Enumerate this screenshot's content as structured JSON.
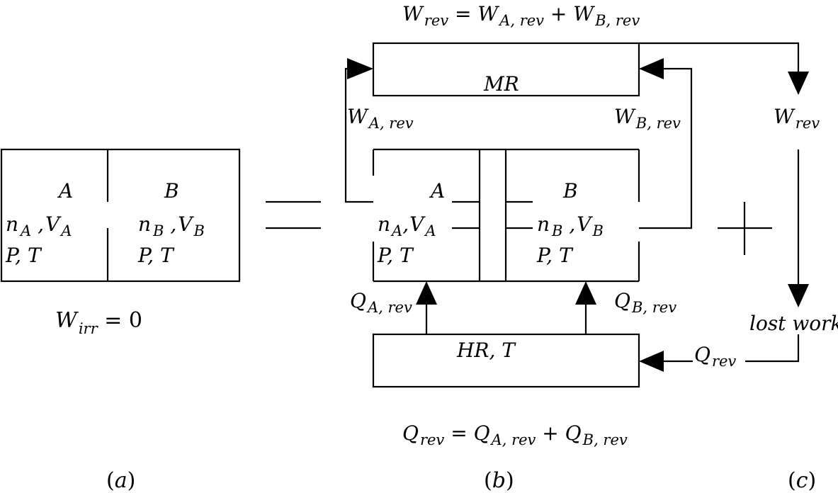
{
  "labels": {
    "w_rev_eq_lhs": "W",
    "w_rev_eq_lhs_sub": "rev",
    "w_rev_eq_op": " = ",
    "w_rev_eq_t1": "W",
    "w_rev_eq_t1_sub": "A, rev",
    "w_rev_eq_plus": " + ",
    "w_rev_eq_t2": "W",
    "w_rev_eq_t2_sub": "B, rev",
    "mr_label": "MR",
    "w_a_rev": "W",
    "w_a_rev_sub": "A, rev",
    "w_b_rev": "W",
    "w_b_rev_sub": "B, rev",
    "w_rev_c": "W",
    "w_rev_c_sub": "rev",
    "a_left_name": "A",
    "b_left_name": "B",
    "a_left_n": "n",
    "a_left_n_sub": "A",
    "a_left_sep": " ,",
    "a_left_v": "V",
    "a_left_v_sub": "A",
    "b_left_n": "n",
    "b_left_n_sub": "B",
    "b_left_sep": " ,",
    "b_left_v": "V",
    "b_left_v_sub": "B",
    "a_left_pt": "P, T",
    "b_left_pt": "P, T",
    "w_irr": "W",
    "w_irr_sub": "irr",
    "w_irr_eq": " = 0",
    "a_mid_name": "A",
    "b_mid_name": "B",
    "a_mid_n": "n",
    "a_mid_n_sub": "A",
    "a_mid_sep": ",",
    "a_mid_v": "V",
    "a_mid_v_sub": "A",
    "b_mid_n": "n",
    "b_mid_n_sub": "B",
    "b_mid_sep": " ,",
    "b_mid_v": "V",
    "b_mid_v_sub": "B",
    "a_mid_pt": "P, T",
    "b_mid_pt": "P, T",
    "q_a_rev": "Q",
    "q_a_rev_sub": "A, rev",
    "q_b_rev": "Q",
    "q_b_rev_sub": "B, rev",
    "hr_label": "HR, T",
    "lost_work": "lost work",
    "q_rev_c": "Q",
    "q_rev_c_sub": "rev",
    "q_rev_eq_lhs": "Q",
    "q_rev_eq_lhs_sub": "rev",
    "q_rev_eq_op": " = ",
    "q_rev_eq_t1": "Q",
    "q_rev_eq_t1_sub": "A, rev",
    "q_rev_eq_plus": " + ",
    "q_rev_eq_t2": "Q",
    "q_rev_eq_t2_sub": "B, rev",
    "cap_a_open": "(",
    "cap_a": "a",
    "cap_a_close": ")",
    "cap_b_open": "(",
    "cap_b": "b",
    "cap_b_close": ")",
    "cap_c_open": "(",
    "cap_c": "c",
    "cap_c_close": ")"
  }
}
